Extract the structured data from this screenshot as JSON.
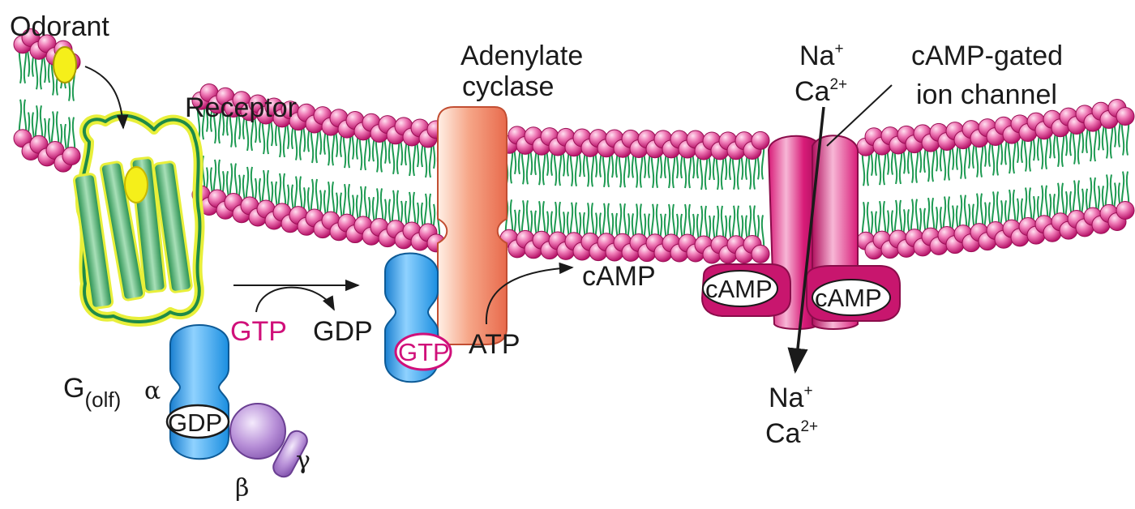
{
  "labels": {
    "odorant": "Odorant",
    "receptor": "Receptor",
    "adenylate_cyclase_line1": "Adenylate",
    "adenylate_cyclase_line2": "cyclase",
    "channel_line1": "cAMP-gated",
    "channel_line2": "ion channel",
    "ion_top_na": "Na",
    "ion_top_ca": "Ca",
    "ion_bottom_na": "Na",
    "ion_bottom_ca": "Ca",
    "na_charge": "+",
    "ca_charge": "2+",
    "camp_product": "cAMP",
    "camp_bound_left": "cAMP",
    "camp_bound_right": "cAMP",
    "gtp_free": "GTP",
    "gdp_free": "GDP",
    "gtp_bound": "GTP",
    "gdp_bound": "GDP",
    "atp": "ATP",
    "g_olf_main": "G",
    "g_olf_sub": "(olf)",
    "alpha": "α",
    "beta": "β",
    "gamma": "γ"
  },
  "colors": {
    "lipid_head": "#e0509a",
    "lipid_tail": "#1e9a52",
    "receptor": "#2e9a55",
    "receptor_outline": "#e8ef3a",
    "odorant": "#f5ef1a",
    "adenylate_cyclase": "#f08a6c",
    "g_alpha": "#2a9ee8",
    "g_beta": "#a678c8",
    "channel": "#d81b78",
    "accent_text": "#d0107a"
  }
}
